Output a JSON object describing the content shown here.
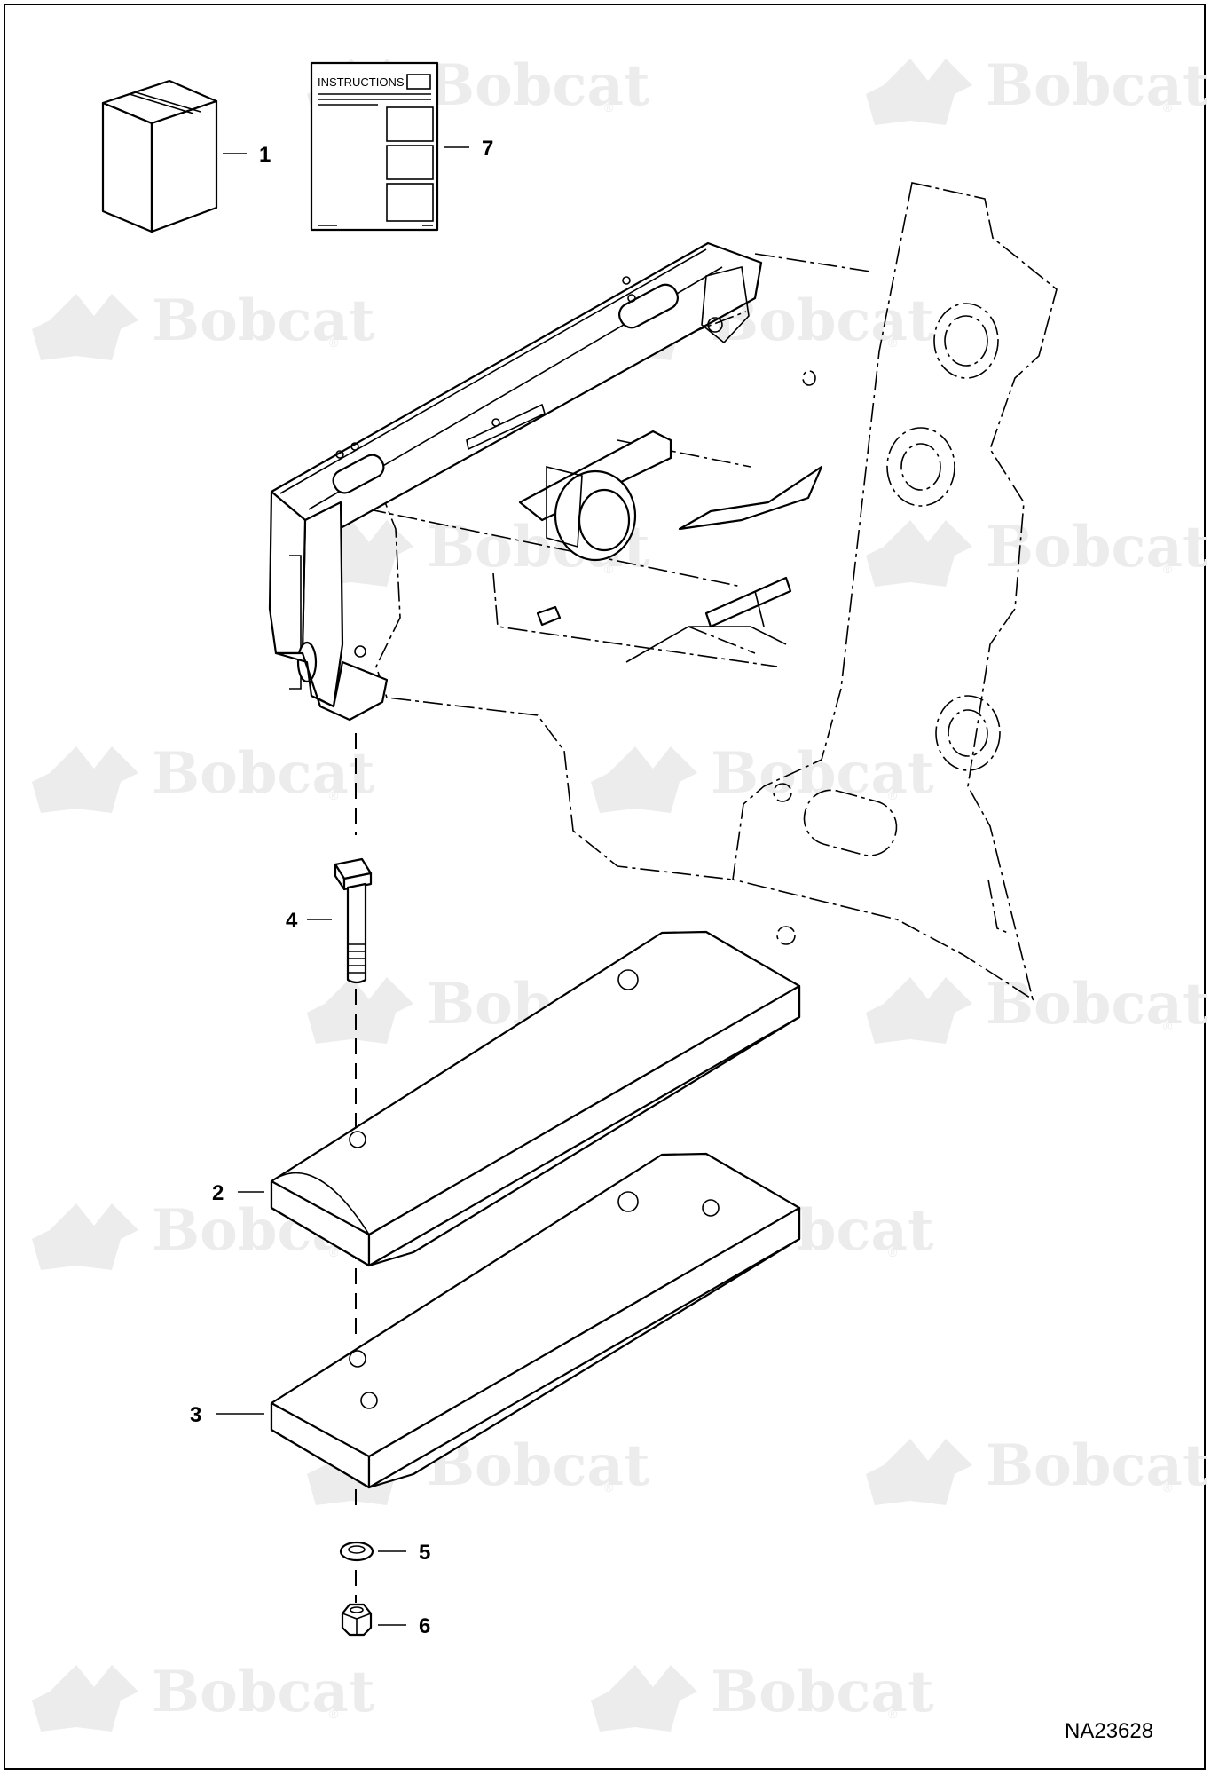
{
  "watermark": {
    "text": "Bobcat",
    "reg": "®"
  },
  "kit_box": {
    "callout": "1"
  },
  "instructions": {
    "label": "INSTRUCTIONS",
    "callout": "7"
  },
  "callouts": {
    "counterweight_top": "2",
    "counterweight_bottom": "3",
    "bolt": "4",
    "washer": "5",
    "nut": "6"
  },
  "drawing_number": "NA23628"
}
